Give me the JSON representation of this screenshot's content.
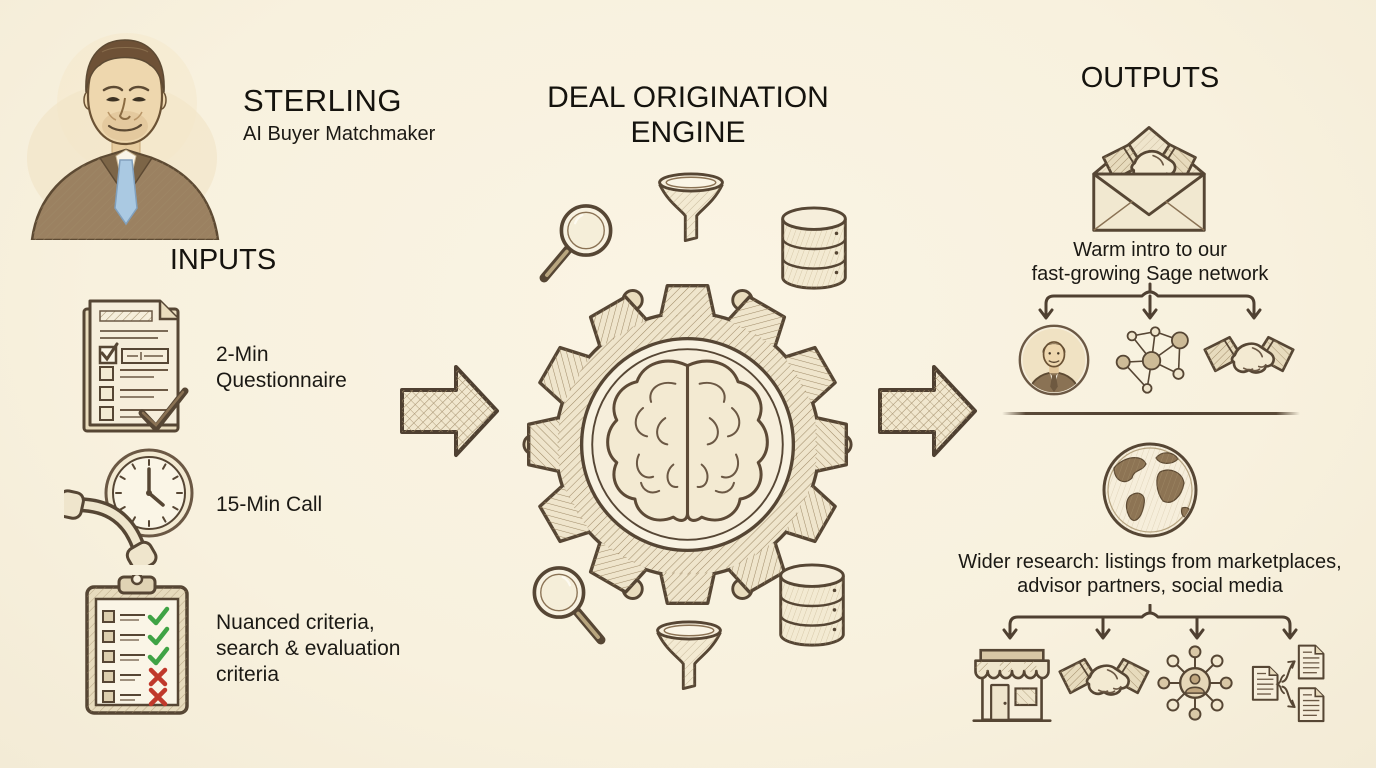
{
  "brand": {
    "name": "STERLING",
    "tagline": "AI Buyer Matchmaker"
  },
  "engine": {
    "title_line1": "DEAL ORIGINATION",
    "title_line2": "ENGINE"
  },
  "inputs": {
    "heading": "INPUTS",
    "items": [
      {
        "icon": "questionnaire-document-icon",
        "label": "2-Min\nQuestionnaire"
      },
      {
        "icon": "phone-clock-icon",
        "label": "15-Min Call"
      },
      {
        "icon": "checklist-clipboard-icon",
        "label": "Nuanced criteria,\nsearch & evaluation\ncriteria"
      }
    ]
  },
  "outputs": {
    "heading": "OUTPUTS",
    "warm_intro": {
      "line1": "Warm intro to our",
      "line2": "fast-growing Sage network",
      "icons": [
        "buyer-portrait-icon",
        "network-graph-icon",
        "handshake-icon"
      ]
    },
    "wider_research": {
      "line1": "Wider research: listings from marketplaces,",
      "line2": "advisor partners, social media",
      "icons": [
        "storefront-icon",
        "handshake-icon",
        "person-network-icon",
        "documents-split-icon"
      ]
    }
  },
  "engine_icons": [
    "magnifier-icon",
    "funnel-icon",
    "database-icon",
    "gear-brain-icon",
    "magnifier-icon",
    "funnel-icon",
    "database-icon"
  ],
  "colors": {
    "background": "#f8f1de",
    "ink": "#564634",
    "ink_dark": "#4f4031",
    "check_green": "#3fa345",
    "cross_red": "#c0392b",
    "tie_blue": "#aac9e2"
  }
}
